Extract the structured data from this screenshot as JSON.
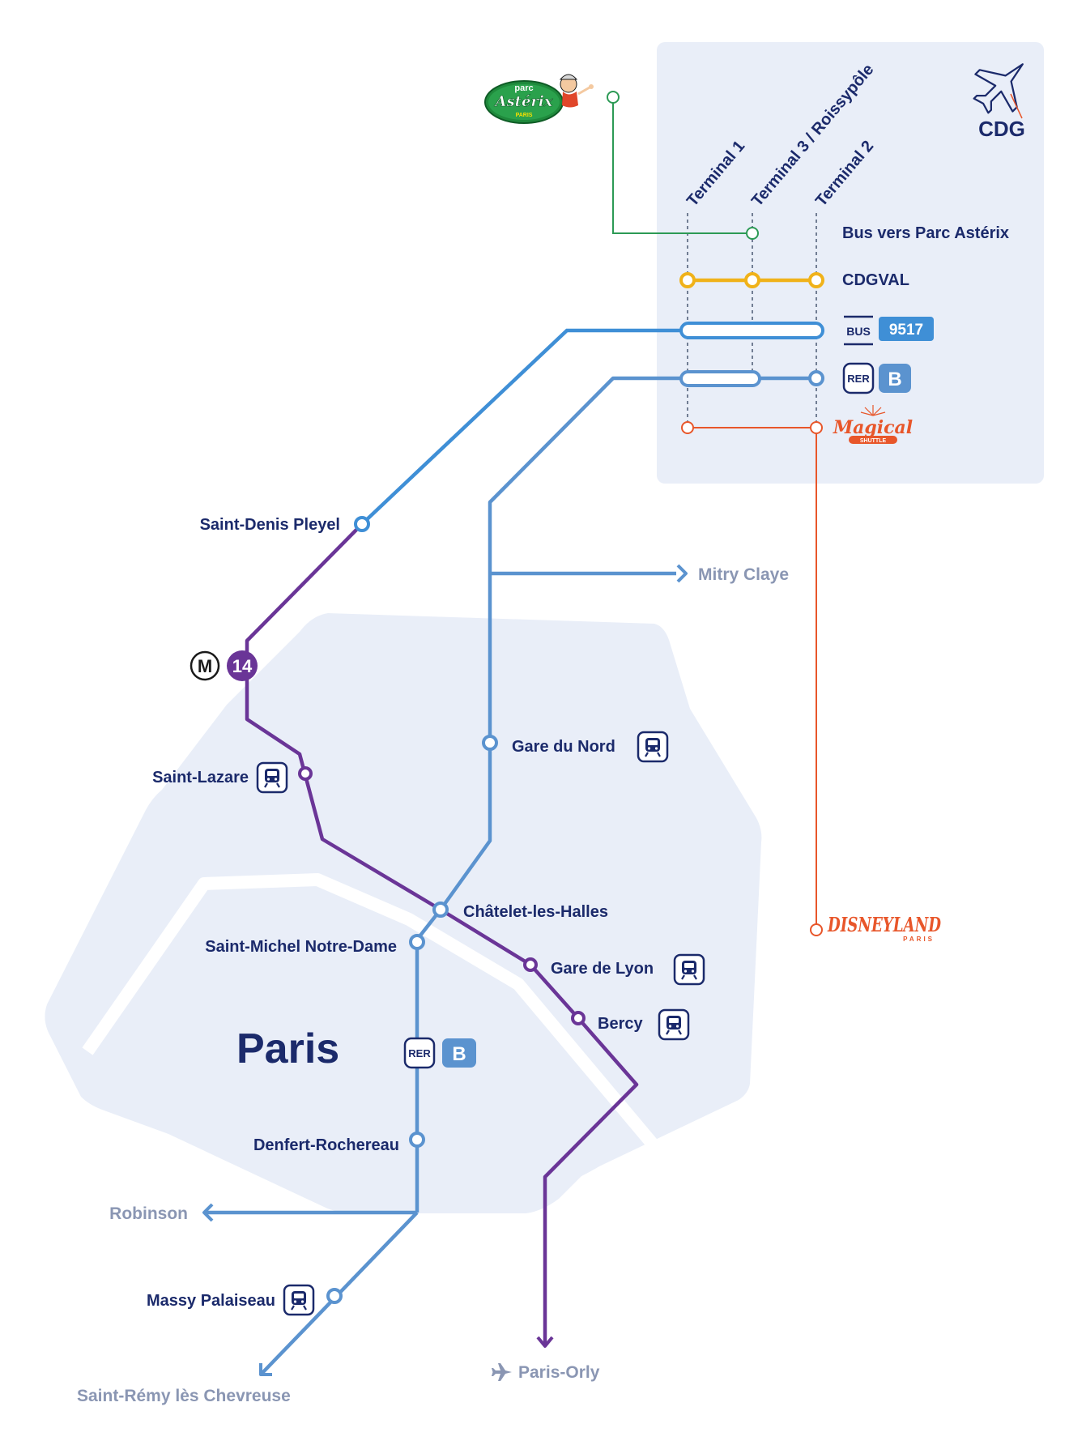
{
  "colors": {
    "metro14": "#6a3597",
    "bus9517": "#3f8fd6",
    "rerB": "#5b93cf",
    "cdgval": "#f0b21a",
    "asterix_bus": "#2c9a55",
    "magical_shuttle": "#e8562a",
    "text_dark": "#1b2a6b",
    "text_grey": "#8a96b3",
    "paris_area": "#e9eef8"
  },
  "airport": {
    "name": "CDG",
    "icon": "airplane-icon",
    "terminals": [
      "Terminal 1",
      "Terminal 3 / Roissypôle",
      "Terminal 2"
    ],
    "services": {
      "asterix_bus": "Bus vers Parc Astérix",
      "cdgval": "CDGVAL",
      "bus_badge": "BUS",
      "bus_number": "9517",
      "rer_badge": "RER",
      "rer_line": "B",
      "magical_shuttle_logo": [
        "Magical",
        "SHUTTLE"
      ]
    }
  },
  "logos": {
    "parc_asterix": [
      "parc",
      "Astérix",
      "PARIS"
    ],
    "disneyland": [
      "DISNEYLAND",
      "PARIS"
    ]
  },
  "city": {
    "name": "Paris",
    "rer_badge": "RER",
    "rer_line": "B"
  },
  "metro": {
    "badge": "M",
    "line": "14"
  },
  "stations": {
    "saint_denis": "Saint-Denis Pleyel",
    "saint_lazare": "Saint-Lazare",
    "gare_du_nord": "Gare du Nord",
    "chatelet": "Châtelet-les-Halles",
    "saint_michel": "Saint-Michel Notre-Dame",
    "gare_de_lyon": "Gare de Lyon",
    "bercy": "Bercy",
    "denfert": "Denfert-Rochereau",
    "massy": "Massy Palaiseau"
  },
  "destinations": {
    "mitry": "Mitry Claye",
    "robinson": "Robinson",
    "saint_remy": "Saint-Rémy lès Chevreuse",
    "orly": "Paris-Orly"
  },
  "icons": {
    "train": "train-icon",
    "plane": "airplane-icon"
  }
}
